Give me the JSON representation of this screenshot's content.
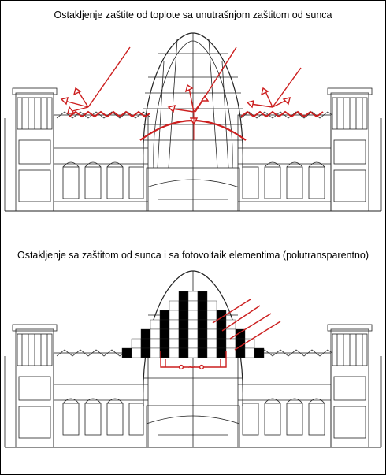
{
  "captions": {
    "top": "Ostakljenje zaštite od toplote sa unutrašnjom zaštitom od sunca",
    "bottom": "Ostakljenje sa zaštitom od sunca i sa fotovoltaik elementima (polutransparentno)"
  },
  "colors": {
    "ink": "#222222",
    "accent_red": "#cc1f1f",
    "pv_cell": "#000000"
  },
  "icons": {
    "sun_ray": "red-arrow-line",
    "reflection": "hollow-red-arrowhead",
    "current_symbol": "~"
  }
}
